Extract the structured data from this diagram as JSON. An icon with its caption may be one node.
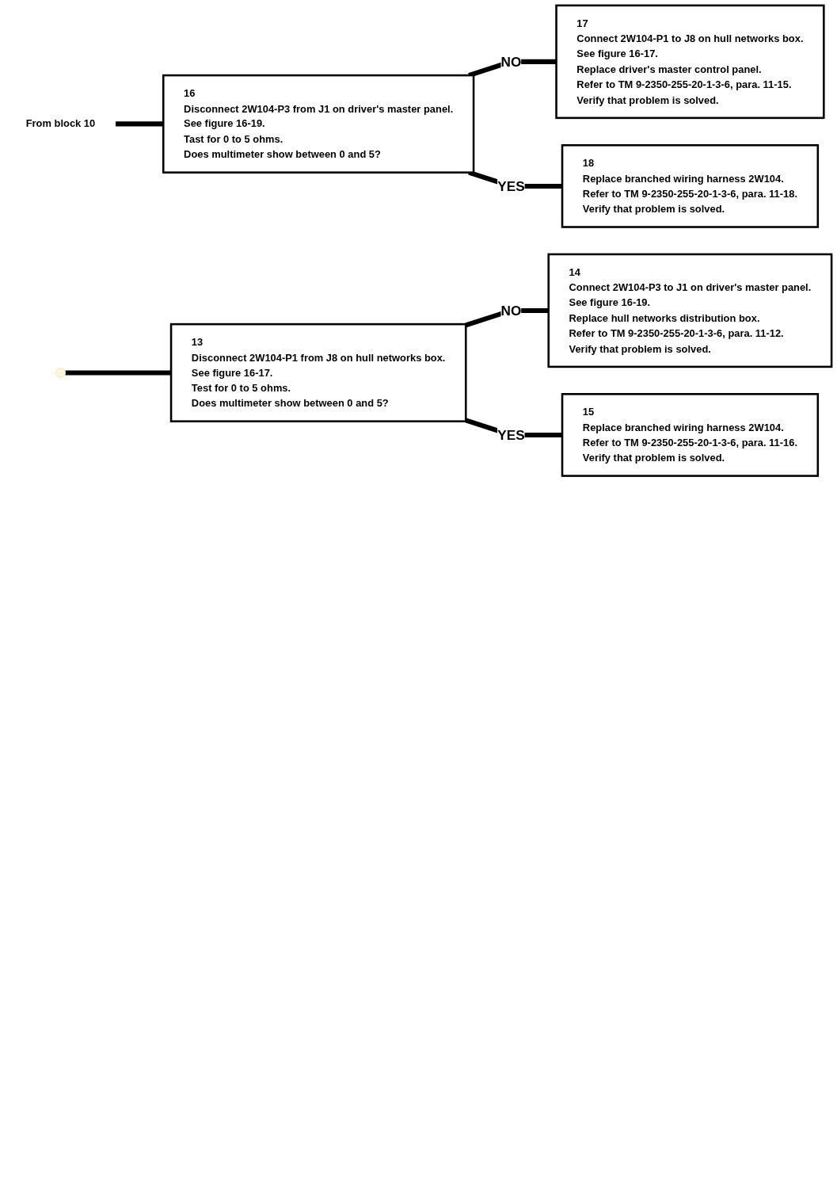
{
  "diagram": {
    "nodes": [
      {
        "text": [
          "13",
          "Disconnect 2W104-P1 from J8 on hull networks box.",
          "See figure 16-17.",
          "Test for 0 to 5 ohms.",
          "Does multimeter show between 0 and 5?"
        ]
      },
      {
        "text": [
          "14",
          "Connect 2W104-P3 to J1 on driver's master panel.",
          "See figure 16-19.",
          "Replace hull networks distribution box.",
          "Refer to TM 9-2350-255-20-1-3-6, para. 11-12.",
          "Verify that problem is solved."
        ]
      },
      {
        "text": [
          "15",
          "Replace branched wiring harness 2W104.",
          "Refer to TM 9-2350-255-20-1-3-6, para. 11-16.",
          "Verify that problem is solved."
        ]
      },
      {
        "text": [
          "From block 10"
        ]
      },
      {
        "text": [
          "16",
          "Disconnect 2W104-P3 from J1 on driver's master panel.",
          "See figure 16-19.",
          "Tast for 0 to 5 ohms.",
          "Does multimeter show between 0 and 5?"
        ]
      },
      {
        "text": [
          "17",
          "Connect 2W104-P1 to J8 on hull networks box.",
          "See figure 16-17.",
          "Replace driver's master control panel.",
          "Refer to TM 9-2350-255-20-1-3-6, para. 11-15.",
          "Verify that problem is solved."
        ]
      },
      {
        "text": [
          "18",
          "Replace branched wiring harness 2W104.",
          "Refer to TM 9-2350-255-20-1-3-6, para. 11-18.",
          "Verify that problem is solved."
        ]
      }
    ],
    "edges": [
      {
        "from": null,
        "to": 0,
        "arrow": "none"
      },
      {
        "from": 0,
        "to": 1,
        "label": "NO",
        "arrow": "none"
      },
      {
        "from": 0,
        "to": 2,
        "label": "YES",
        "arrow": "none"
      },
      {
        "from": 3,
        "to": 4,
        "arrow": "none"
      },
      {
        "from": 4,
        "to": 5,
        "label": "NO",
        "arrow": "none"
      },
      {
        "from": 4,
        "to": 6,
        "label": "YES",
        "arrow": "none"
      }
    ]
  }
}
